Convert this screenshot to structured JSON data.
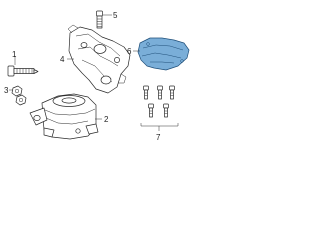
{
  "callouts": {
    "c1": "1",
    "c2": "2",
    "c3": "3",
    "c4": "4",
    "c5": "5",
    "c6": "6",
    "c7": "7"
  },
  "colors": {
    "highlight": "#7aaed8",
    "outline": "#2a2a2a"
  }
}
